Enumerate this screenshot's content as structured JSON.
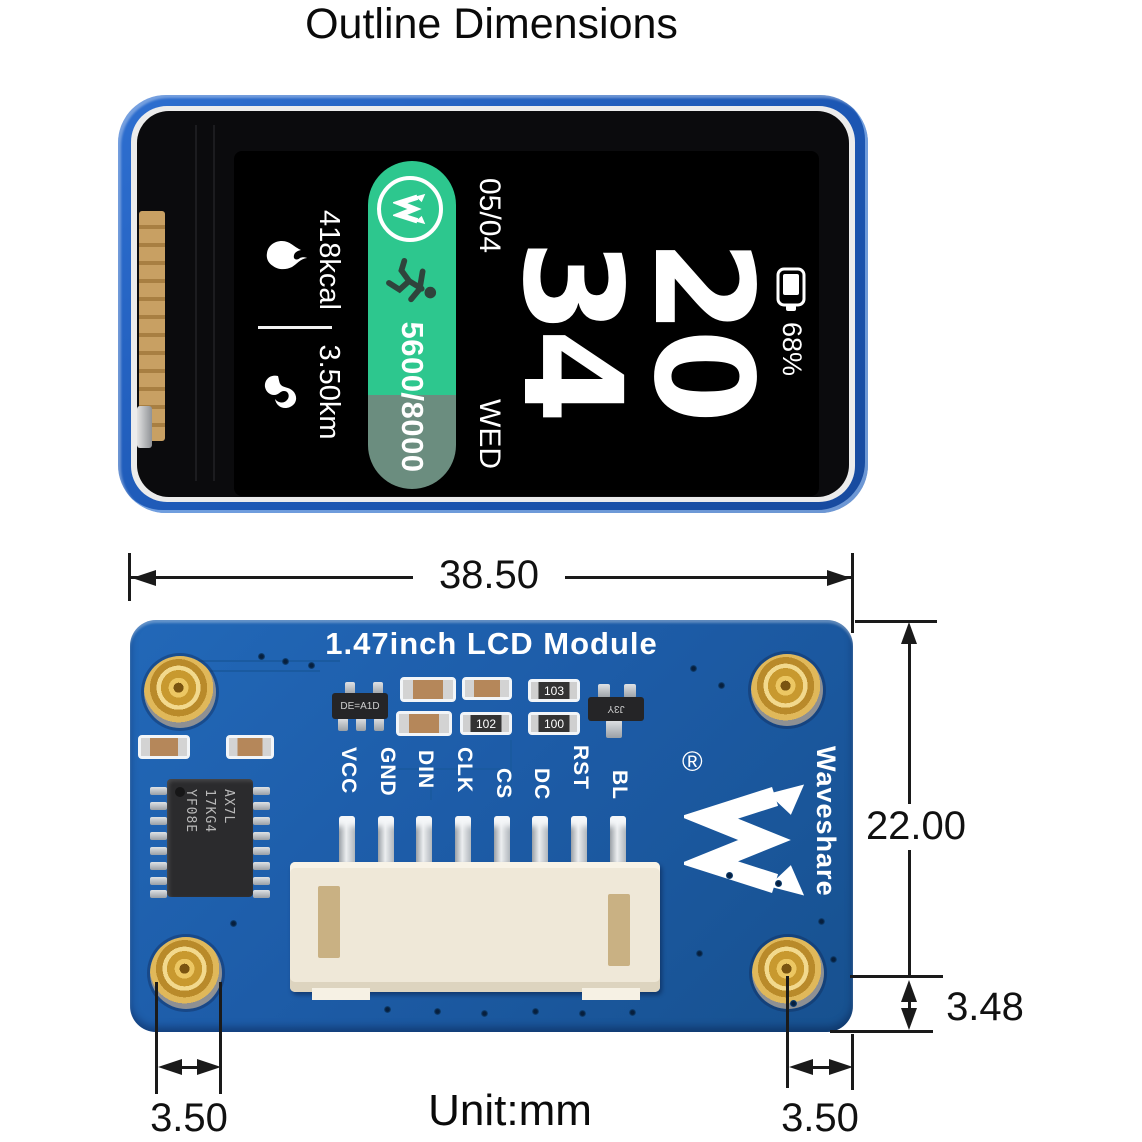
{
  "page": {
    "title": "Outline Dimensions",
    "unit_label": "Unit:mm"
  },
  "watch": {
    "date": "05/04",
    "day": "WED",
    "time_hours": "20",
    "time_minutes": "34",
    "battery_percent": "68%",
    "calories": "418kcal",
    "distance": "3.50km",
    "steps_progress": "5600/8000"
  },
  "pcb": {
    "title": "1.47inch LCD Module",
    "brand": "Waveshare",
    "registered_mark": "®",
    "pins": [
      "VCC",
      "GND",
      "DIN",
      "CLK",
      "CS",
      "DC",
      "RST",
      "BL"
    ],
    "ic_marking": [
      "YF08E",
      "17KG4",
      "AX7L"
    ],
    "regulator_marking": "DE=A1D",
    "transistor_marking": "J3Y",
    "resistor_labels": [
      "103",
      "102",
      "100"
    ]
  },
  "dimensions": {
    "board_width": "38.50",
    "board_height": "22.00",
    "hole_offset_bottom": "3.48",
    "hole_offset_left": "3.50",
    "hole_offset_right": "3.50"
  },
  "icons": [
    "waveshare-logo-icon",
    "runner-icon",
    "flame-icon",
    "route-icon",
    "battery-icon"
  ],
  "colors": {
    "pcb_blue": "#1d5ca8",
    "module_blue": "#1c57b4",
    "progress_green": "#2dc78e",
    "progress_remainder": "#6b8d7f",
    "standoff_gold": "#c8992f",
    "silkscreen_white": "#ffffff",
    "dimension_black": "#1a1a1a"
  }
}
